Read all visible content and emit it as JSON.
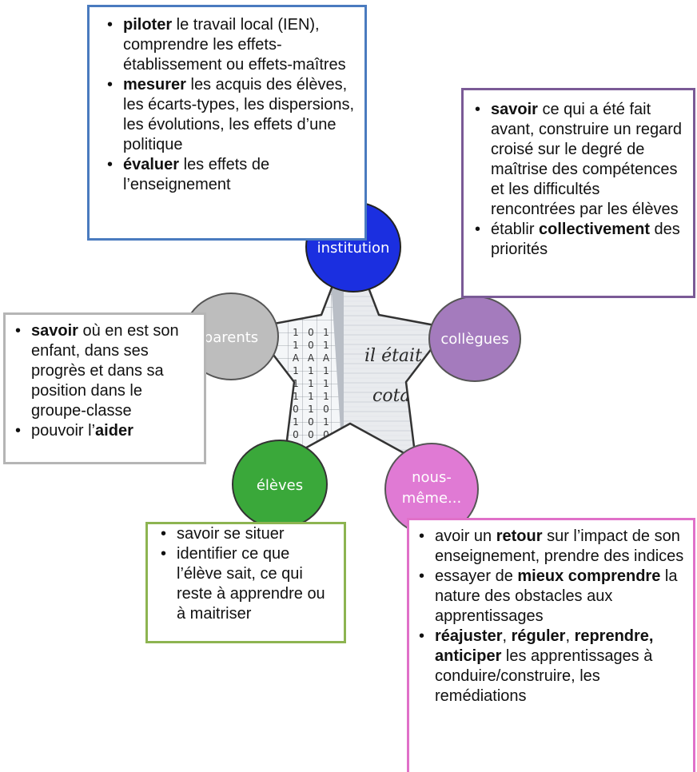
{
  "nodes": {
    "institution": "institution",
    "collegues": "collègues",
    "parents": "parents",
    "eleves": "élèves",
    "nous_line1": "nous-",
    "nous_line2": "même..."
  },
  "boxes": {
    "institution": [
      {
        "bold": "piloter",
        "text": " le travail local (IEN), comprendre les effets-établissement ou effets-maîtres"
      },
      {
        "bold": "mesurer",
        "text": " les acquis des élèves, les écarts-types, les dispersions, les évolutions, les effets d’une politique"
      },
      {
        "bold": "évaluer",
        "text": " les effets de l’enseignement"
      }
    ],
    "collegues": [
      {
        "bold": "savoir",
        "text": " ce qui a été fait avant, construire un regard croisé sur le degré de maîtrise des compétences et les difficultés rencontrées par les élèves"
      },
      {
        "pre": "établir ",
        "bold": "collectivement",
        "text": " des priorités"
      }
    ],
    "parents": [
      {
        "bold": "savoir",
        "text": " où en est son enfant, dans ses progrès et dans sa position dans le groupe-classe"
      },
      {
        "pre": "pouvoir l’",
        "bold": "aider",
        "text": ""
      }
    ],
    "eleves": [
      {
        "text": "savoir se situer"
      },
      {
        "text": "identifier ce que l’élève sait, ce qui reste à apprendre ou à maitriser"
      }
    ],
    "nous": [
      {
        "pre": "avoir un ",
        "bold": "retour",
        "text": " sur l’impact de son enseignement, prendre des indices"
      },
      {
        "pre": "essayer de ",
        "bold": "mieux comprendre",
        "text": " la nature des obstacles aux apprentissages"
      },
      {
        "bold": "réajuster",
        "text": ", ",
        "bold2": "réguler",
        "text2": ", ",
        "bold3": "reprendre, anticiper",
        "text3": " les apprentissages à conduire/construire, les remédiations"
      }
    ]
  },
  "colors": {
    "institution": "#1b2fe0",
    "collegues": "#a47bbd",
    "parents": "#bdbdbd",
    "eleves": "#3aa83a",
    "nous": "#e07ad4",
    "border_institution": "#4a7bbf",
    "border_collegues": "#7a5a96",
    "border_parents": "#b5b5b5",
    "border_eleves": "#8db451",
    "border_nous": "#e070c8"
  },
  "photo_text": {
    "grid_rows": [
      [
        "1",
        "0",
        "1"
      ],
      [
        "1",
        "0",
        "1"
      ],
      [
        "A",
        "A",
        "A"
      ],
      [
        "1",
        "1",
        "1"
      ],
      [
        "1",
        "1",
        "1"
      ],
      [
        "1",
        "1",
        "1"
      ],
      [
        "0",
        "1",
        "0"
      ],
      [
        "1",
        "0",
        "1"
      ],
      [
        "0",
        "0",
        "0"
      ]
    ],
    "handwriting_1": "il était",
    "handwriting_2": "cotait"
  }
}
